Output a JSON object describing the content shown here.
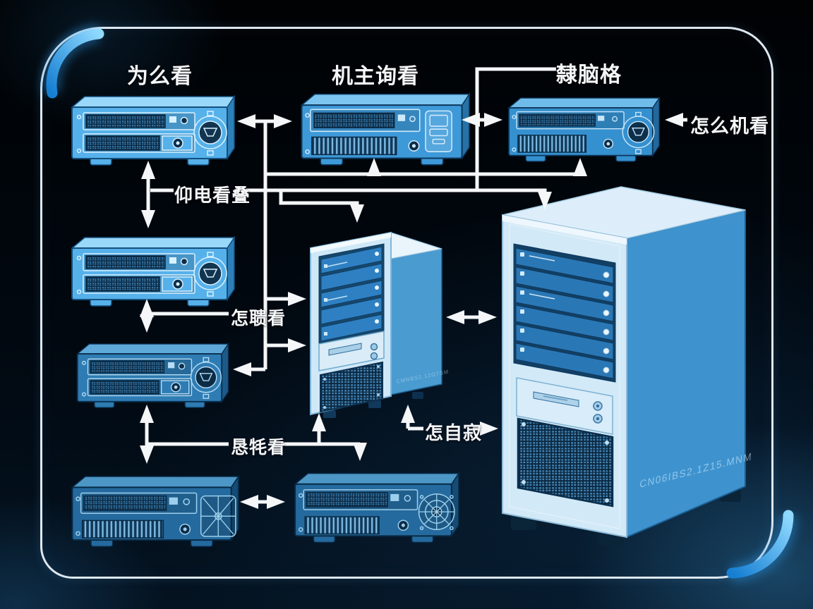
{
  "labels": {
    "top_left": "为么看",
    "top_middle": "机主询看",
    "top_right": "隸脑格",
    "right_side": "怎么机看",
    "mid_left": "仰电看叠",
    "center": "怎聩看",
    "bottom": "恳牦看",
    "tower": "怎自寂"
  },
  "towers": {
    "mid_side_text": "CMNBS2.12O7SM",
    "big_side_text": "CN06IBS2.1Z15.MNM"
  },
  "colors": {
    "background": "#02070d",
    "line": "#f4f6f8",
    "accent_blue": "#2f9df0",
    "case_bright": "#56b1ea",
    "case_mid": "#3e99d8",
    "case_steel": "#2e7cb3",
    "case_dark": "#256a9e",
    "tower_light": "#d2e9f7"
  }
}
